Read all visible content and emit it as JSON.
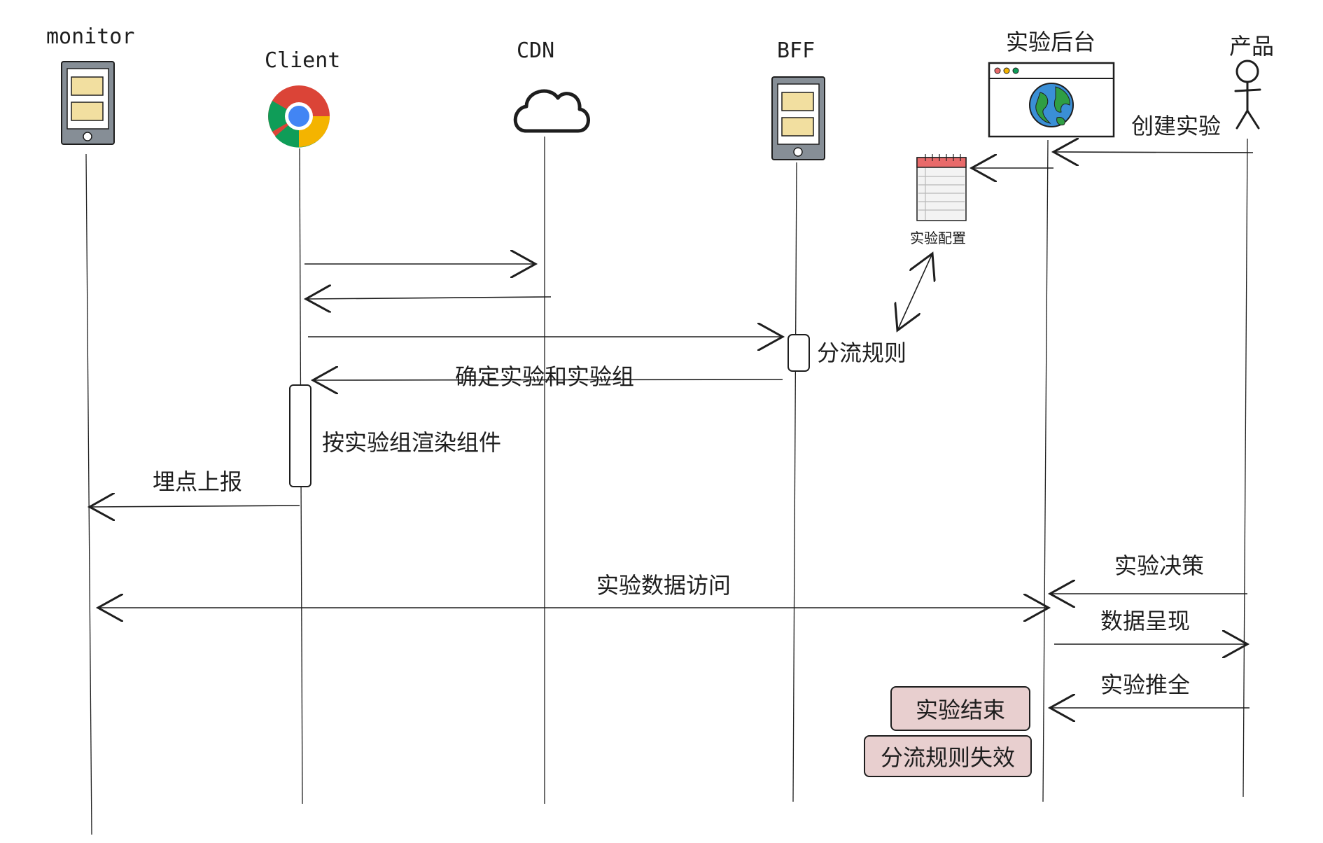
{
  "participants": {
    "monitor": "monitor",
    "client": "Client",
    "cdn": "CDN",
    "bff": "BFF",
    "backend": "实验后台",
    "product": "产品"
  },
  "artifacts": {
    "config": "实验配置"
  },
  "messages": {
    "create_experiment": "创建实验",
    "split_rules": "分流规则",
    "determine_group": "确定实验和实验组",
    "render_components": "按实验组渲染组件",
    "tracking_report": "埋点上报",
    "data_access": "实验数据访问",
    "experiment_decision": "实验决策",
    "data_presentation": "数据呈现",
    "experiment_rollout": "实验推全"
  },
  "notes": {
    "experiment_end": "实验结束",
    "split_rules_expire": "分流规则失效"
  },
  "colors": {
    "stroke": "#1e1e1e",
    "note_fill": "#e8cfcf",
    "device_fill": "#f2dfa0",
    "device_body": "#868e96",
    "config_header": "#e86a6a"
  }
}
